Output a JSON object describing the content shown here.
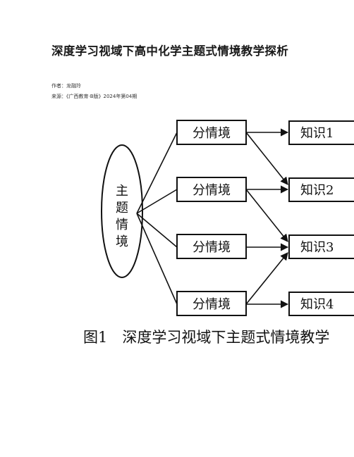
{
  "article": {
    "title": "深度学习视域下高中化学主题式情境教学探析",
    "author_line": "作者：龙融玲",
    "source_line": "来源：《广西教育·B版》2024年第04期"
  },
  "figure": {
    "main_node": [
      "主",
      "题",
      "情",
      "境"
    ],
    "sub_scenarios": [
      "分情境",
      "分情境",
      "分情境",
      "分情境"
    ],
    "knowledge_nodes": [
      "知识1",
      "知识2",
      "知识3",
      "知识4"
    ],
    "caption": "图1　深度学习视域下主题式情境教学"
  }
}
